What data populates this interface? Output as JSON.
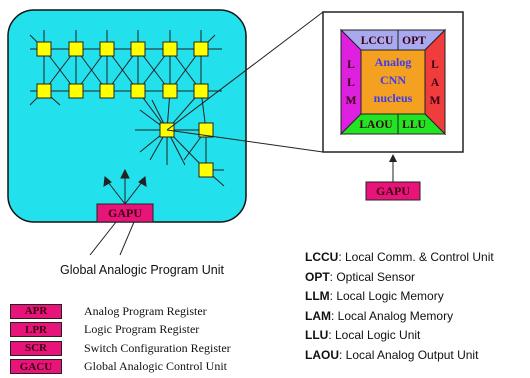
{
  "left_block": {
    "unit_label": "GAPU",
    "caption": "Global Analogic Program Unit"
  },
  "cell": {
    "top": "LCCU",
    "top_right": "OPT",
    "left_letters": [
      "L",
      "L",
      "M"
    ],
    "right_letters": [
      "L",
      "A",
      "M"
    ],
    "bottom_left": "LAOU",
    "bottom_right": "LLU",
    "nucleus_lines": [
      "Analog",
      "CNN",
      "nucleus"
    ],
    "input_label": "GAPU"
  },
  "legend_left": [
    {
      "abbr": "APR",
      "desc": "Analog Program Register"
    },
    {
      "abbr": "LPR",
      "desc": "Logic Program Register"
    },
    {
      "abbr": "SCR",
      "desc": "Switch Configuration Register"
    },
    {
      "abbr": "GACU",
      "desc": "Global Analogic Control Unit"
    }
  ],
  "legend_right": [
    {
      "abbr": "LCCU",
      "desc": ": Local Comm. & Control Unit"
    },
    {
      "abbr": "OPT",
      "desc": ": Optical Sensor"
    },
    {
      "abbr": "LLM",
      "desc": ": Local Logic Memory"
    },
    {
      "abbr": "LAM",
      "desc": ": Local Analog Memory"
    },
    {
      "abbr": "LLU",
      "desc": ": Local Logic Unit"
    },
    {
      "abbr": "LAOU",
      "desc": ": Local Analog Output Unit"
    }
  ],
  "colors": {
    "array_bg": "#22e0ec",
    "node": "#ffff00",
    "gapu": "#e8147a",
    "top_bar": "#a9a9ef",
    "left_bar": "#e020e0",
    "right_bar": "#f03c3c",
    "bottom_bar": "#22e422",
    "nucleus": "#f4a020",
    "nucleus_text": "#3c3cf0"
  }
}
